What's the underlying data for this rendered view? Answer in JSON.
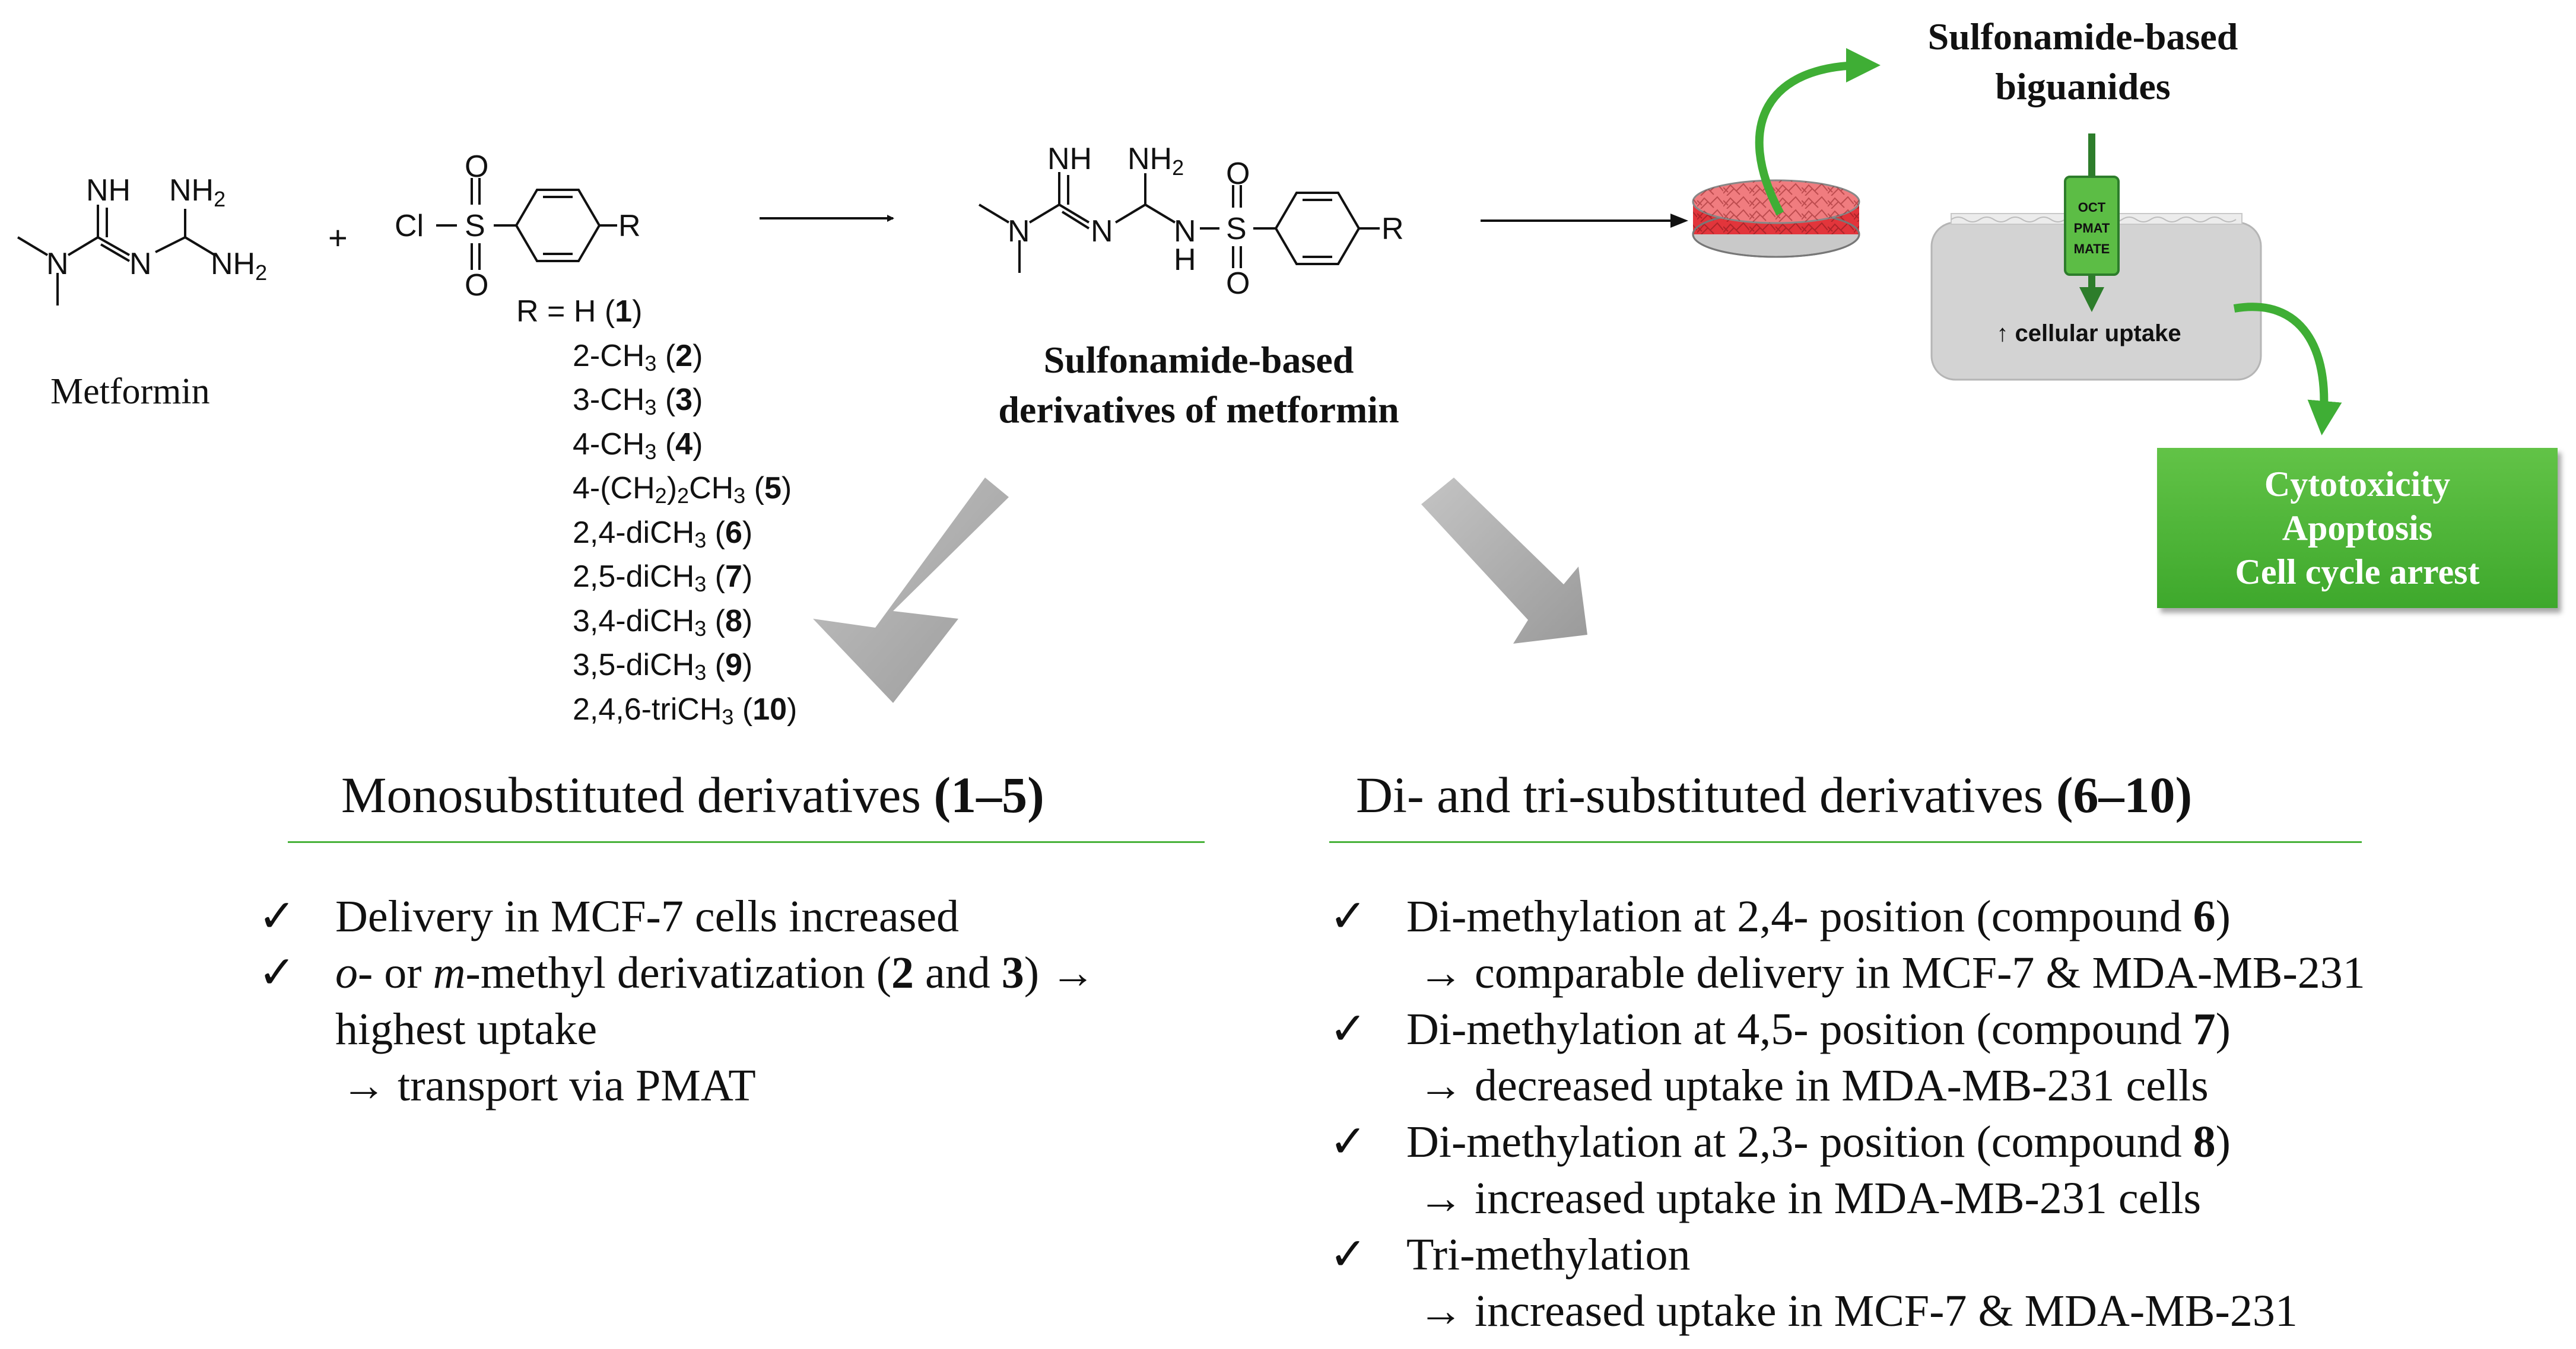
{
  "reaction": {
    "metformin": {
      "label": "Metformin",
      "atoms": {
        "nh": "NH",
        "nh2_top": "NH2",
        "n_mid": "N",
        "n_left": "N",
        "nh2_right": "NH2"
      }
    },
    "plus": "+",
    "sulfonyl_chloride": {
      "atoms": {
        "cl": "Cl",
        "s": "S",
        "o_top": "O",
        "o_bottom": "O",
        "r": "R"
      }
    },
    "r_substituents": [
      {
        "prefix": "R = H",
        "base": "",
        "sub": "",
        "tail": "",
        "compound": "1"
      },
      {
        "prefix": "",
        "base": "2-CH",
        "sub": "3",
        "tail": "",
        "compound": "2"
      },
      {
        "prefix": "",
        "base": "3-CH",
        "sub": "3",
        "tail": "",
        "compound": "3"
      },
      {
        "prefix": "",
        "base": "4-CH",
        "sub": "3",
        "tail": "",
        "compound": "4"
      },
      {
        "prefix": "",
        "base": "4-(CH",
        "sub": "2",
        "tail": ")",
        "sub2": "2",
        "tail2": "CH",
        "sub3": "3",
        "compound": "5"
      },
      {
        "prefix": "",
        "base": "2,4-diCH",
        "sub": "3",
        "tail": "",
        "compound": "6"
      },
      {
        "prefix": "",
        "base": "2,5-diCH",
        "sub": "3",
        "tail": "",
        "compound": "7"
      },
      {
        "prefix": "",
        "base": "3,4-diCH",
        "sub": "3",
        "tail": "",
        "compound": "8"
      },
      {
        "prefix": "",
        "base": "3,5-diCH",
        "sub": "3",
        "tail": "",
        "compound": "9"
      },
      {
        "prefix": "",
        "base": "2,4,6-triCH",
        "sub": "3",
        "tail": "",
        "compound": "10"
      }
    ],
    "product": {
      "label_line1": "Sulfonamide-based",
      "label_line2": "derivatives of metformin",
      "atoms": {
        "nh": "NH",
        "nh2": "NH2",
        "n_left": "N",
        "n_mid": "N",
        "nh_link": "N",
        "h_link": "H",
        "s": "S",
        "o_top": "O",
        "o_bottom": "O",
        "r": "R"
      }
    }
  },
  "cell_panel": {
    "title_line1": "Sulfonamide-based",
    "title_line2": "biguanides",
    "transporters": [
      "OCT",
      "PMAT",
      "MATE"
    ],
    "uptake_arrow": "↑",
    "uptake_text": "cellular uptake",
    "effects": [
      "Cytotoxicity",
      "Apoptosis",
      "Cell cycle arrest"
    ]
  },
  "colors": {
    "accent_green": "#48b23a",
    "effect_box": "#4fb739",
    "dish_red": "#e2353b",
    "gray_arrow": "#a9a9a9"
  },
  "sections": {
    "left": {
      "title": "Monosubstituted derivatives",
      "title_compounds": "(1–5)",
      "bullets": [
        {
          "check": "✓",
          "lines": [
            "Delivery in MCF-7 cells increased"
          ]
        },
        {
          "check": "✓",
          "o": "o",
          "seg1": "- or ",
          "m": "m",
          "seg2": "-methyl derivatization (",
          "c2": "2",
          "and": " and ",
          "c3": "3",
          "seg3": ") →",
          "line2": "highest uptake",
          "line3": "→ transport via PMAT"
        }
      ]
    },
    "right": {
      "title": "Di- and tri-substituted derivatives",
      "title_compounds": "(6–10)",
      "bullets": [
        {
          "check": "✓",
          "main": "Di-methylation at 2,4- position (compound ",
          "compound": "6",
          "close": ")",
          "detail": "→ comparable delivery in MCF-7 & MDA-MB-231"
        },
        {
          "check": "✓",
          "main": "Di-methylation at 4,5- position (compound ",
          "compound": "7",
          "close": ")",
          "detail": "→ decreased uptake in MDA-MB-231 cells"
        },
        {
          "check": "✓",
          "main": "Di-methylation at 2,3- position (compound ",
          "compound": "8",
          "close": ")",
          "detail": "→ increased uptake in MDA-MB-231 cells"
        },
        {
          "check": "✓",
          "main": "Tri-methylation",
          "compound": "",
          "close": "",
          "detail": "→ increased uptake in MCF-7 & MDA-MB-231"
        }
      ]
    }
  }
}
